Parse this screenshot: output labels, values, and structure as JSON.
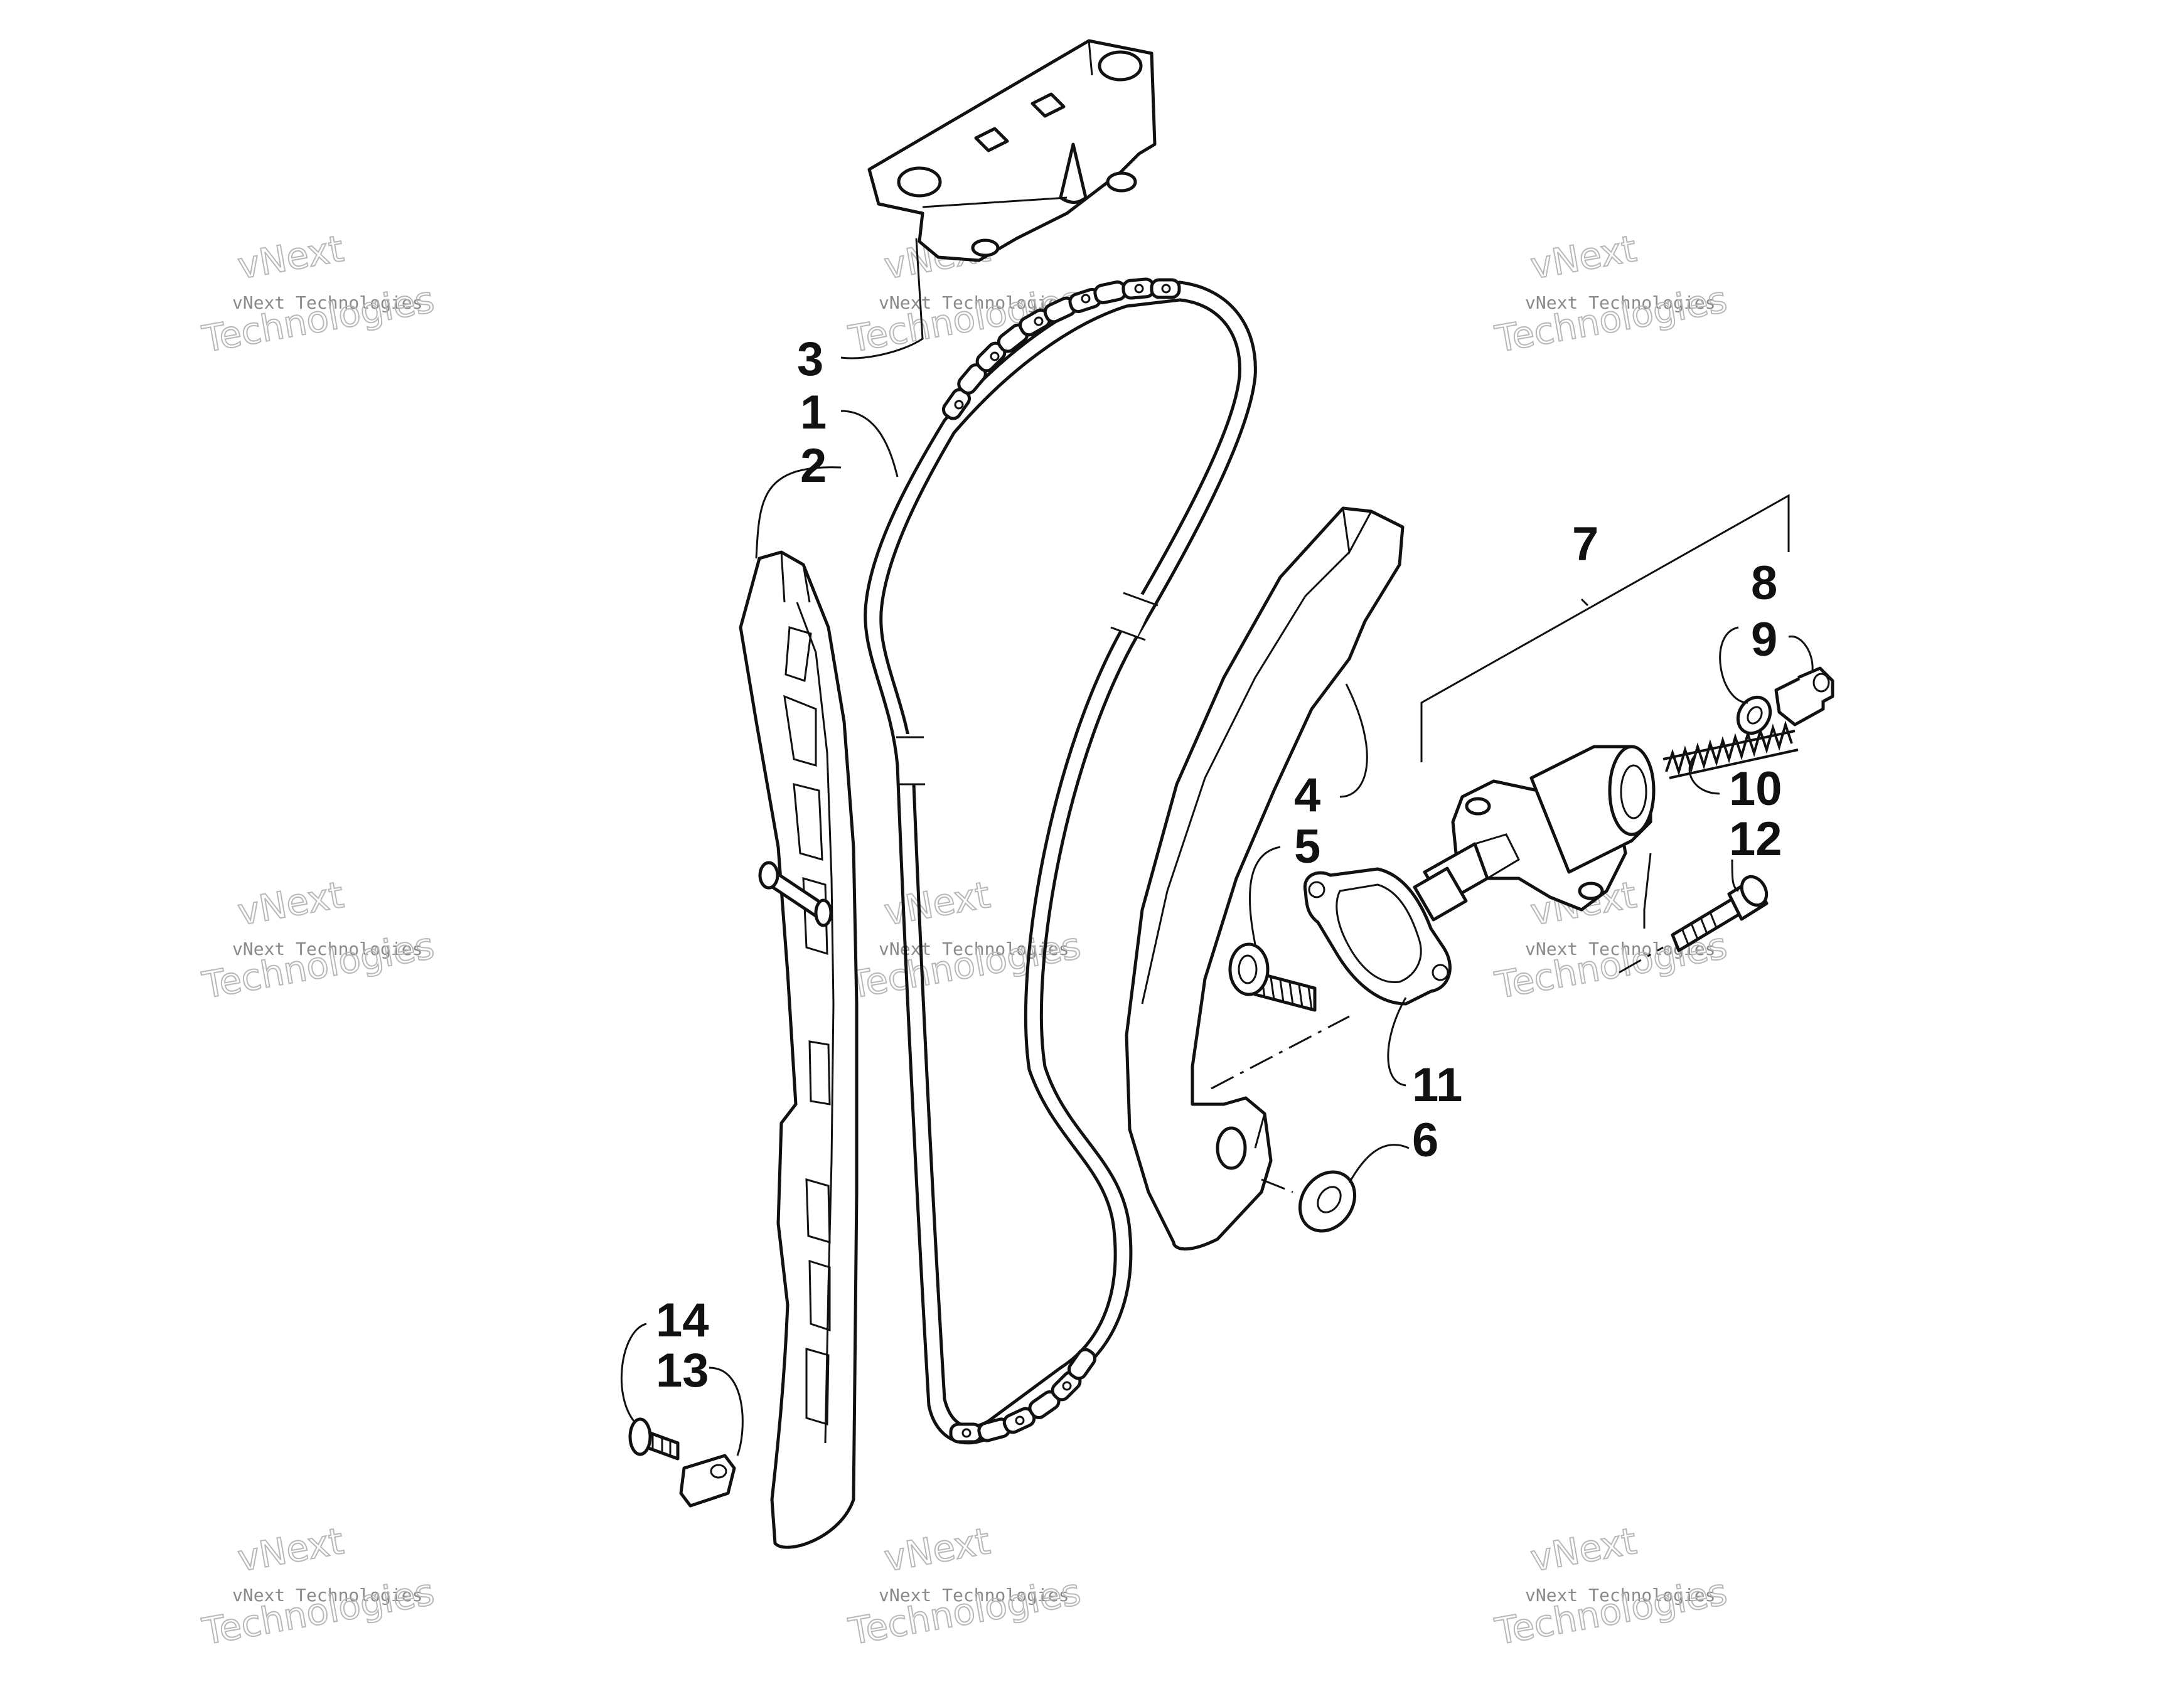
{
  "diagram": {
    "callouts": {
      "c1": "1",
      "c2": "2",
      "c3": "3",
      "c4": "4",
      "c5": "5",
      "c6": "6",
      "c7": "7",
      "c8": "8",
      "c9": "9",
      "c10": "10",
      "c11": "11",
      "c12": "12",
      "c13": "13",
      "c14": "14"
    }
  },
  "watermark": {
    "brand": "vNext",
    "company": "vNext Technologies",
    "word": "Technologies"
  }
}
